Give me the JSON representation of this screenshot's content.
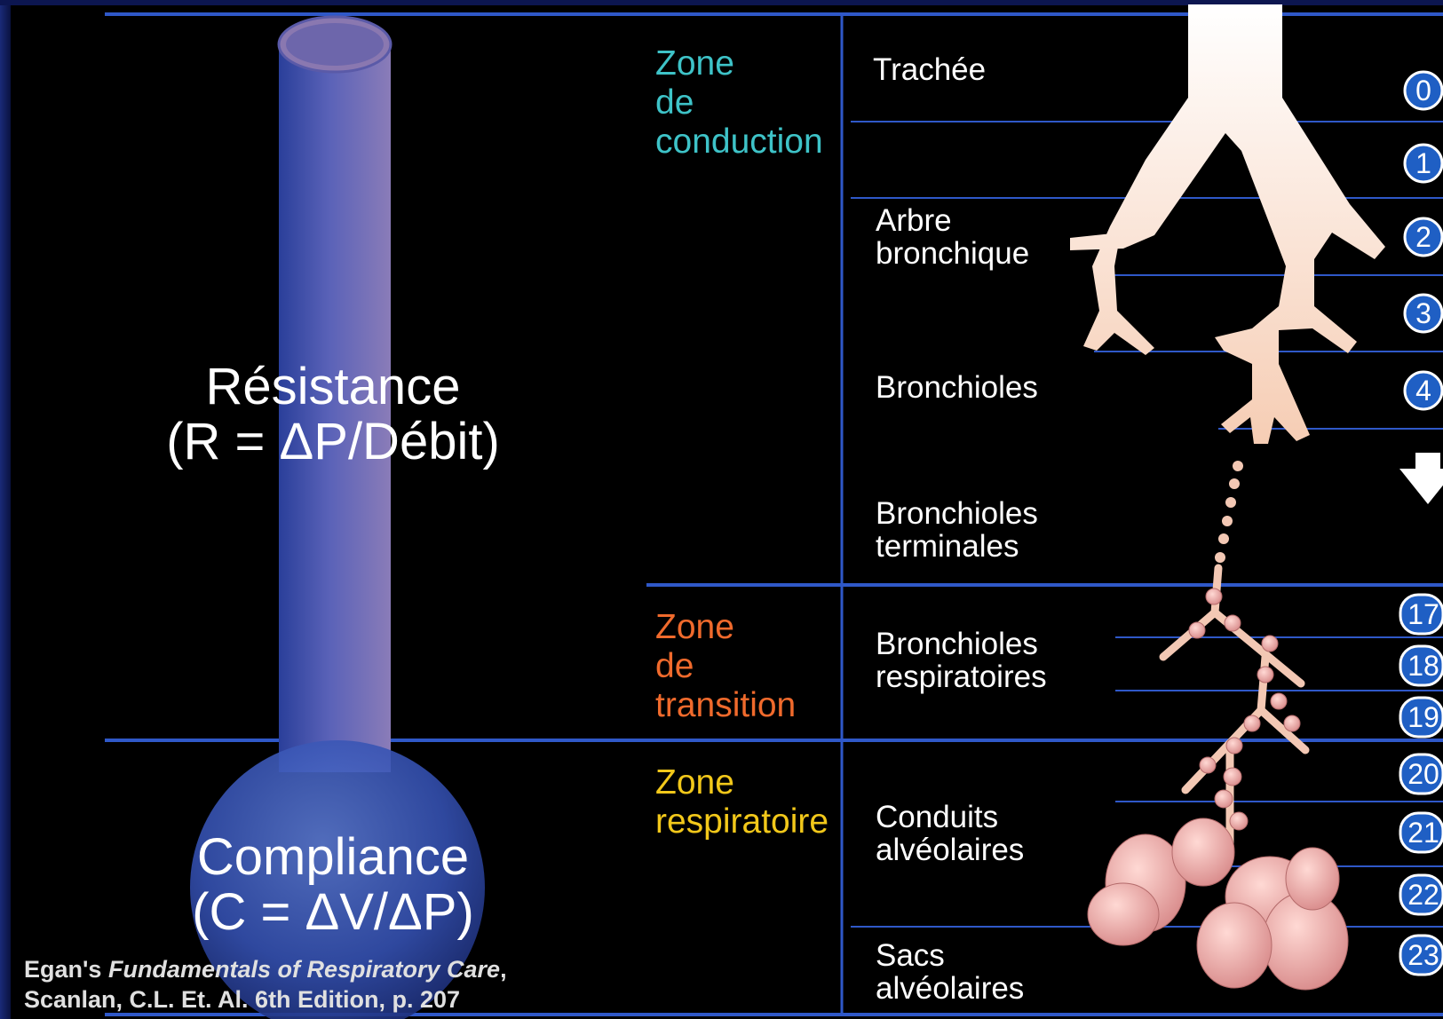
{
  "colors": {
    "conduction": "#3ec3c8",
    "transition": "#f06a2c",
    "respiratory": "#f2c81a",
    "rule": "#2f58c8",
    "badge": "#1f5fc4"
  },
  "zones": [
    {
      "name": "Zone de conduction",
      "lines": [
        "Zone",
        "de",
        "conduction"
      ]
    },
    {
      "name": "Zone de transition",
      "lines": [
        "Zone",
        "de",
        "transition"
      ]
    },
    {
      "name": "Zone respiratoire",
      "lines": [
        "Zone",
        "respiratoire"
      ]
    }
  ],
  "structures": [
    {
      "lines": [
        "Trachée"
      ]
    },
    {
      "lines": [
        "Arbre",
        "bronchique"
      ]
    },
    {
      "lines": [
        "Bronchioles"
      ]
    },
    {
      "lines": [
        "Bronchioles",
        "terminales"
      ]
    },
    {
      "lines": [
        "Bronchioles",
        "respiratoires"
      ]
    },
    {
      "lines": [
        "Conduits",
        "alvéolaires"
      ]
    },
    {
      "lines": [
        "Sacs",
        "alvéolaires"
      ]
    }
  ],
  "generations": [
    "0",
    "1",
    "2",
    "3",
    "4",
    "17",
    "18",
    "19",
    "20",
    "21",
    "22",
    "23"
  ],
  "resistance": {
    "title": "Résistance",
    "formula": "(R = ΔP/Débit)"
  },
  "compliance": {
    "title": "Compliance",
    "formula": "(C = ΔV/ΔP)"
  },
  "citation": {
    "line1_author": "Egan's ",
    "line1_title": "Fundamentals of Respiratory Care",
    "line1_end": ",",
    "line2": "Scanlan,  C.L. Et. Al. 6th Edition, p. 207"
  },
  "icons": {
    "continuation": "down-arrow-icon"
  }
}
